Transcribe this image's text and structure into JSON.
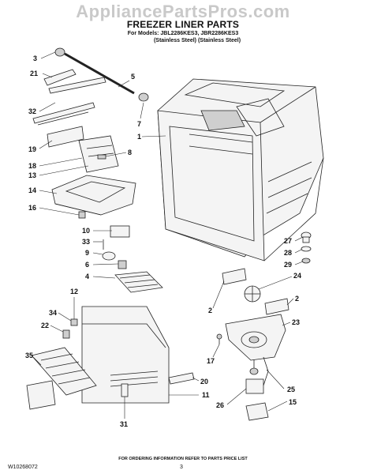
{
  "watermark": "AppliancePartsPros.com",
  "header": {
    "title": "FREEZER LINER PARTS",
    "models": "For Models: JBL2286KES3, JBR2286KES3",
    "finish": "(Stainless Steel) (Stainless Steel)"
  },
  "callouts": {
    "c3": "3",
    "c21": "21",
    "c32": "32",
    "c19": "19",
    "c18": "18",
    "c13": "13",
    "c14": "14",
    "c16": "16",
    "c10": "10",
    "c33": "33",
    "c9": "9",
    "c6": "6",
    "c4": "4",
    "c5": "5",
    "c7": "7",
    "c1": "1",
    "c8": "8",
    "c12": "12",
    "c34": "34",
    "c22": "22",
    "c35": "35",
    "c31": "31",
    "c20": "20",
    "c11": "11",
    "c27": "27",
    "c28": "28",
    "c29": "29",
    "c24": "24",
    "c2a": "2",
    "c2b": "2",
    "c23": "23",
    "c17": "17",
    "c25": "25",
    "c26": "26",
    "c15": "15"
  },
  "footer": {
    "note": "FOR ORDERING INFORMATION REFER TO PARTS PRICE LIST",
    "doc_number": "W10268072",
    "page_number": "3"
  }
}
